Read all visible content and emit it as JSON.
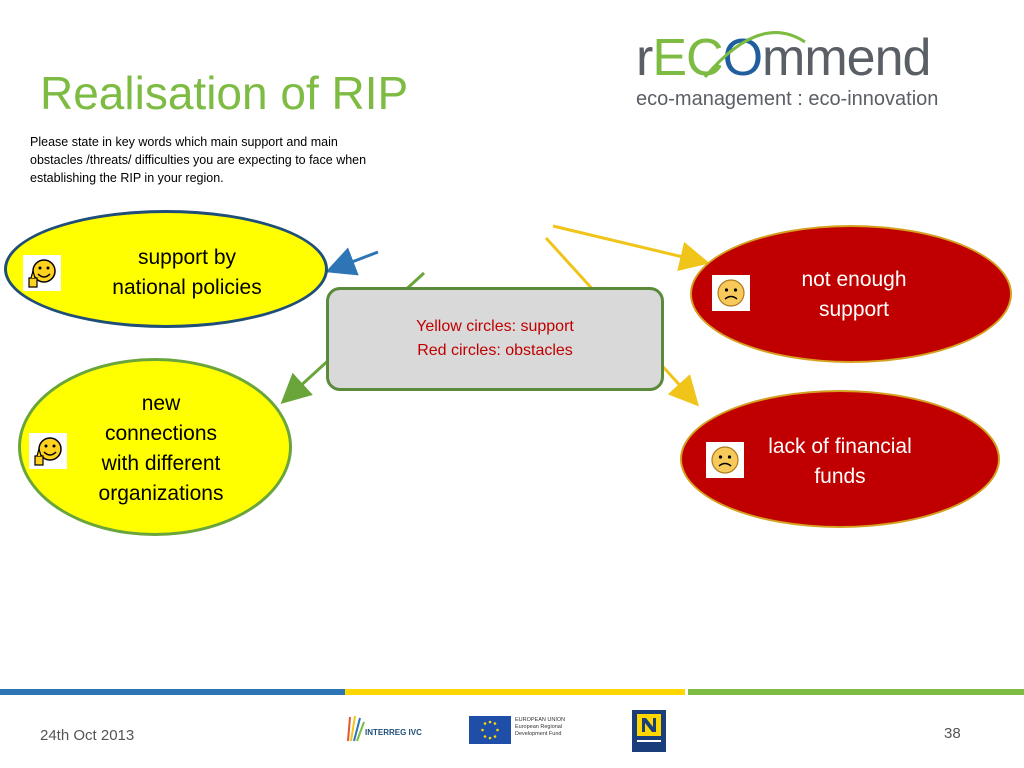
{
  "slide": {
    "title": "Realisation of RIP",
    "instruction": "Please state in key words which main support and main obstacles /threats/ difficulties you are expecting to face when establishing the RIP in your region."
  },
  "logo": {
    "r": "r",
    "e": "E",
    "c": "C",
    "o": "O",
    "rest": "mmend",
    "tagline": "eco-management : eco-innovation"
  },
  "diagram": {
    "support_1": {
      "line1": "support by",
      "line2": "national policies",
      "icon": "thumbs-up-smiley-icon"
    },
    "support_2": {
      "line1": "new",
      "line2": "connections",
      "line3": "with different",
      "line4": "organizations",
      "icon": "thumbs-up-smiley-icon"
    },
    "obstacle_1": {
      "line1": "not enough",
      "line2": "support",
      "icon": "sad-face-icon"
    },
    "obstacle_2": {
      "line1": "lack of financial",
      "line2": "funds",
      "icon": "sad-face-icon"
    },
    "legend": {
      "line1": "Yellow circles: support",
      "line2": "Red circles: obstacles"
    }
  },
  "colors": {
    "title_green": "#7dbb42",
    "support_fill": "#ffff00",
    "obstacle_fill": "#c00000",
    "bar_blue": "#2e75b6",
    "bar_yellow": "#ffd700",
    "bar_green": "#7dbb42"
  },
  "footer": {
    "date": "24th Oct 2013",
    "page": "38",
    "logos": [
      "interreg-ivc-logo",
      "eu-flag-logo",
      "lower-austria-logo"
    ],
    "interreg_text": "INTERREG IVC",
    "eu_text": "EUROPEAN UNION European Regional Development Fund"
  }
}
